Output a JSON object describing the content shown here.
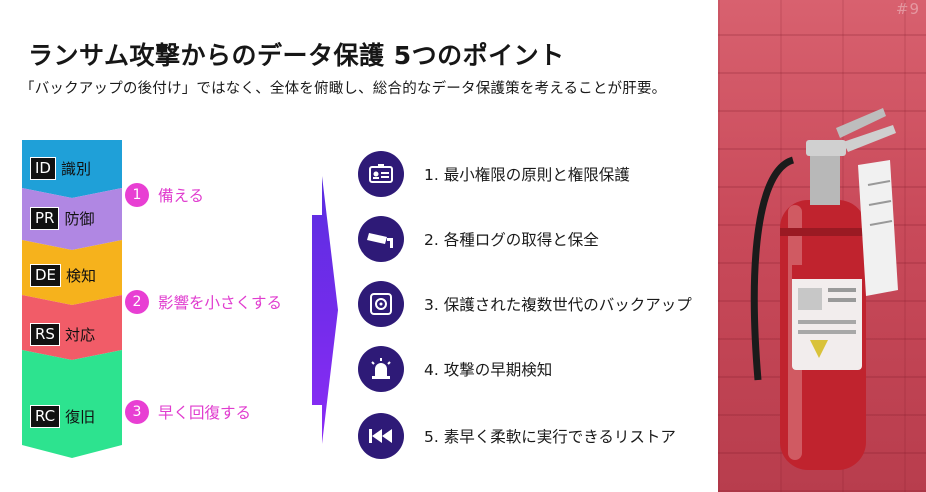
{
  "header": {
    "title": "ランサム攻撃からのデータ保護 5つのポイント",
    "subtitle": "「バックアップの後付け」ではなく、全体を俯瞰し、総合的なデータ保護策を考えることが肝要。",
    "page_number": "#9"
  },
  "framework": [
    {
      "code": "ID",
      "name": "識別",
      "color": "#1fa0d8"
    },
    {
      "code": "PR",
      "name": "防御",
      "color": "#b087e3"
    },
    {
      "code": "DE",
      "name": "検知",
      "color": "#f6b21c"
    },
    {
      "code": "RS",
      "name": "対応",
      "color": "#f15c68"
    },
    {
      "code": "RC",
      "name": "復旧",
      "color": "#2de38f"
    }
  ],
  "phases": [
    {
      "number": "1",
      "label": "備える"
    },
    {
      "number": "2",
      "label": "影響を小さくする"
    },
    {
      "number": "3",
      "label": "早く回復する"
    }
  ],
  "points": [
    {
      "text": "1. 最小権限の原則と権限保護",
      "icon": "id-card-icon"
    },
    {
      "text": "2. 各種ログの取得と保全",
      "icon": "camera-icon"
    },
    {
      "text": "3. 保護された複数世代のバックアップ",
      "icon": "safe-icon"
    },
    {
      "text": "4. 攻撃の早期検知",
      "icon": "alarm-icon"
    },
    {
      "text": "5. 素早く柔軟に実行できるリストア",
      "icon": "rewind-icon"
    }
  ],
  "colors": {
    "accent_magenta": "#e83fd3",
    "arrow_purple": "#7b2ff7",
    "icon_circle": "#2e1a77"
  }
}
